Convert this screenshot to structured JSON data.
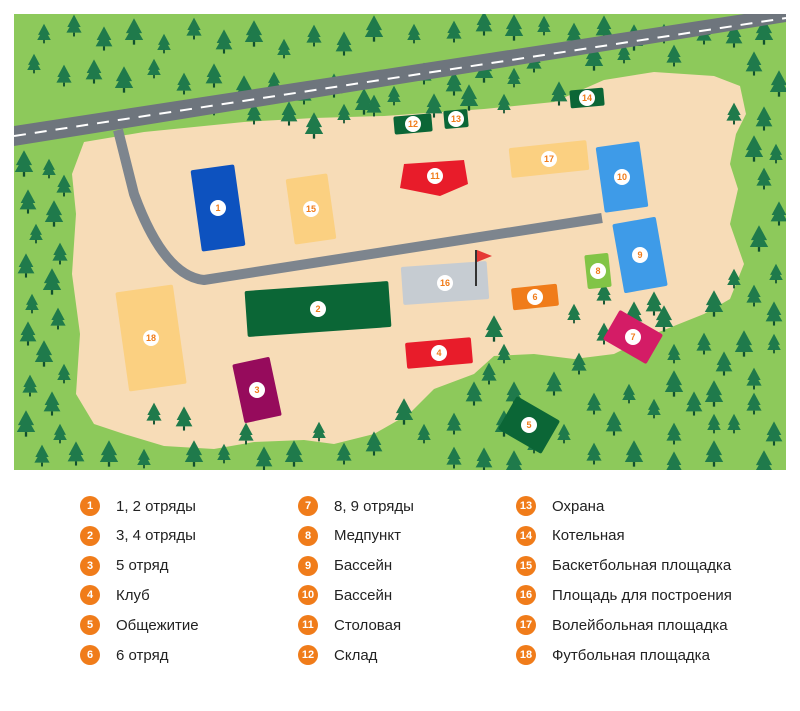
{
  "colors": {
    "grass": "#8dc95b",
    "sand": "#f7dcb7",
    "road": "#7d858e",
    "highway": "#6e757d",
    "tree": "#1f7a4b",
    "tree_trunk": "#0f4f2f",
    "badge": "#f07c1a",
    "flag": "#e53935"
  },
  "buildings": [
    {
      "num": "1",
      "color": "#0d52bf",
      "name": "1, 2 отряды"
    },
    {
      "num": "2",
      "color": "#0b6636",
      "name": "3, 4 отряды"
    },
    {
      "num": "3",
      "color": "#960b5c",
      "name": "5 отряд"
    },
    {
      "num": "4",
      "color": "#e81c2a",
      "name": "Клуб"
    },
    {
      "num": "5",
      "color": "#0b6636",
      "name": "Общежитие"
    },
    {
      "num": "6",
      "color": "#f07c1a",
      "name": "6 отряд"
    },
    {
      "num": "7",
      "color": "#d41c66",
      "name": "8, 9 отряды"
    },
    {
      "num": "8",
      "color": "#82c446",
      "name": "Медпункт"
    },
    {
      "num": "9",
      "color": "#3e9be8",
      "name": "Бассейн"
    },
    {
      "num": "10",
      "color": "#3e9be8",
      "name": "Бассейн"
    },
    {
      "num": "11",
      "color": "#e81c2a",
      "name": "Столовая"
    },
    {
      "num": "12",
      "color": "#0b6636",
      "name": "Склад"
    },
    {
      "num": "13",
      "color": "#0b6636",
      "name": "Охрана"
    },
    {
      "num": "14",
      "color": "#0b6636",
      "name": "Котельная"
    },
    {
      "num": "15",
      "color": "#fbd081",
      "name": "Баскетбольная площадка"
    },
    {
      "num": "16",
      "color": "#c6ccd2",
      "name": "Площадь для построения"
    },
    {
      "num": "17",
      "color": "#fbd081",
      "name": "Волейбольная площадка"
    },
    {
      "num": "18",
      "color": "#fbd081",
      "name": "Футбольная площадка"
    }
  ]
}
